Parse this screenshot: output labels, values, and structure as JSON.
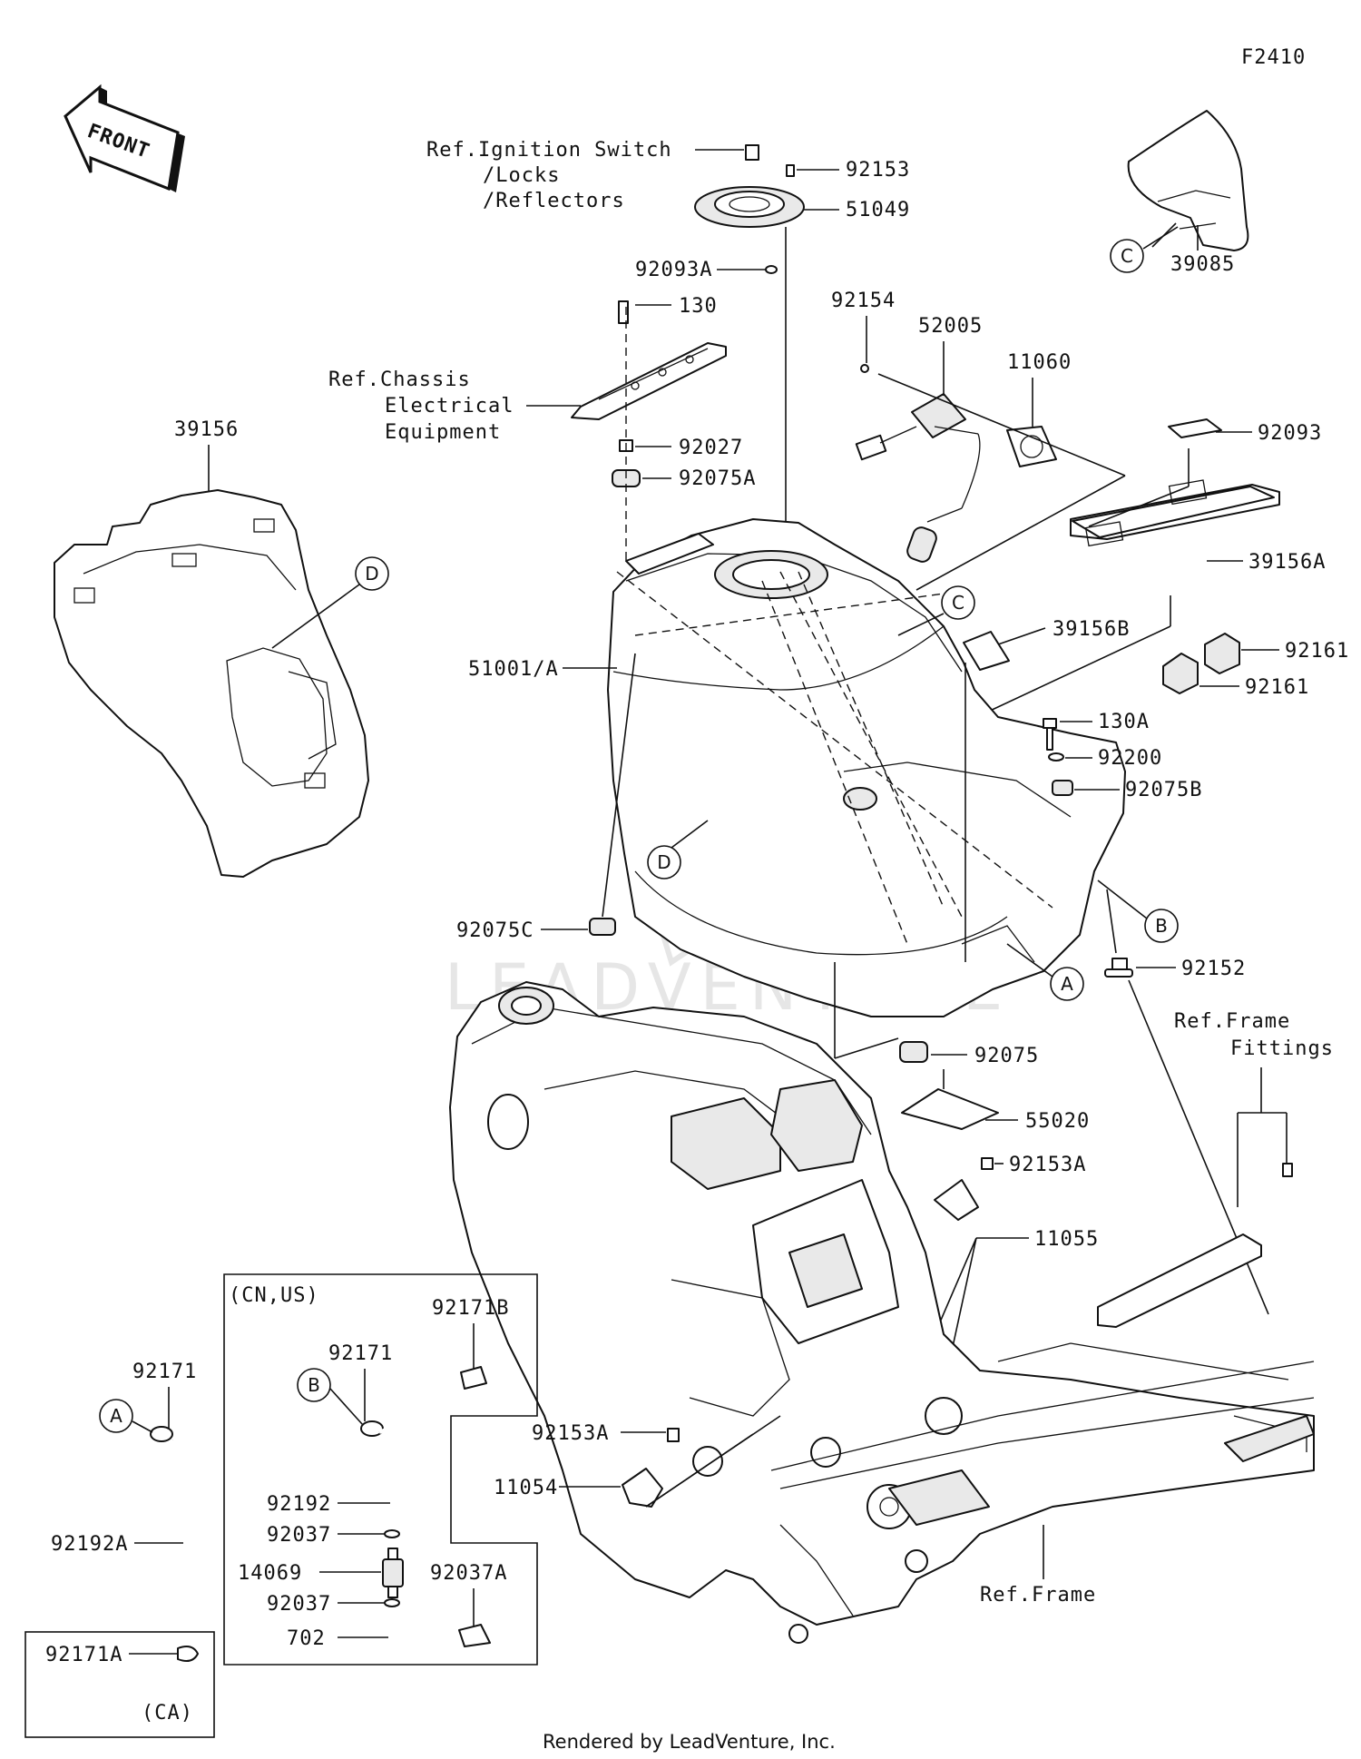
{
  "diagram_id": "F2410",
  "front_label": "FRONT",
  "watermark": "LEADVENTURE",
  "footer": "Rendered by LeadVenture, Inc.",
  "labels": {
    "ref_ignition_1": "Ref.Ignition Switch",
    "ref_ignition_2": "/Locks",
    "ref_ignition_3": "/Reflectors",
    "p92153": "92153",
    "p51049": "51049",
    "p92093A": "92093A",
    "p130": "130",
    "ref_chassis_1": "Ref.Chassis",
    "ref_chassis_2": "Electrical",
    "ref_chassis_3": "Equipment",
    "p92027": "92027",
    "p92075A": "92075A",
    "p92154": "92154",
    "p52005": "52005",
    "p11060": "11060",
    "p92093": "92093",
    "p39156A": "39156A",
    "p39156B": "39156B",
    "p92161a": "92161",
    "p92161b": "92161",
    "p39085": "39085",
    "p39156": "39156",
    "p51001A": "51001/A",
    "p130A": "130A",
    "p92200": "92200",
    "p92075B": "92075B",
    "p92075C": "92075C",
    "p92152": "92152",
    "ref_frame_fittings_1": "Ref.Frame",
    "ref_frame_fittings_2": "Fittings",
    "p92075": "92075",
    "p55020": "55020",
    "p92153A_top": "92153A",
    "p11055": "11055",
    "p92153A_bottom": "92153A",
    "p11054": "11054",
    "ref_frame": "Ref.Frame",
    "inset_region": "(CN,US)",
    "p92171B": "92171B",
    "p92171_inset": "92171",
    "p92192": "92192",
    "p92037a": "92037",
    "p14069": "14069",
    "p92037b": "92037",
    "p702": "702",
    "p92037A": "92037A",
    "p92171_left": "92171",
    "p92192A": "92192A",
    "p92171A": "92171A",
    "ca_region": "(CA)"
  },
  "callouts": {
    "A": "A",
    "B": "B",
    "C": "C",
    "D": "D"
  }
}
